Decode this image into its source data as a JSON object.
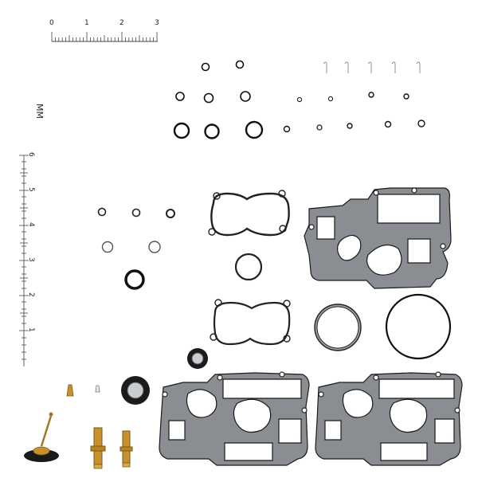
{
  "ruler_top": {
    "unit": "MM",
    "tick_labels": [
      "0",
      "1",
      "2",
      "3"
    ]
  },
  "ruler_left": {
    "tick_labels": [
      "1",
      "2",
      "3",
      "4",
      "5",
      "6"
    ]
  },
  "colors": {
    "gasket": "#8a8e93",
    "gasket_edge": "#1a1a1a",
    "oring": "#111111",
    "brass": "#c7922e",
    "ruler": "#333333"
  }
}
